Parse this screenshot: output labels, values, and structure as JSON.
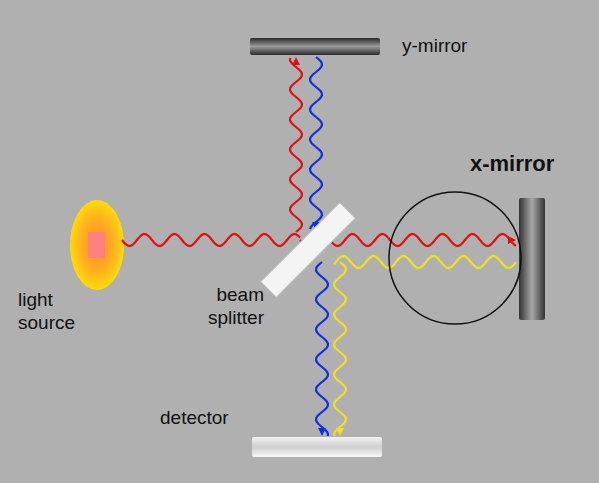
{
  "diagram": {
    "labels": [
      "y-mirror",
      "x-mirror",
      "light source",
      "beam splitter",
      "detector"
    ]
  }
}
